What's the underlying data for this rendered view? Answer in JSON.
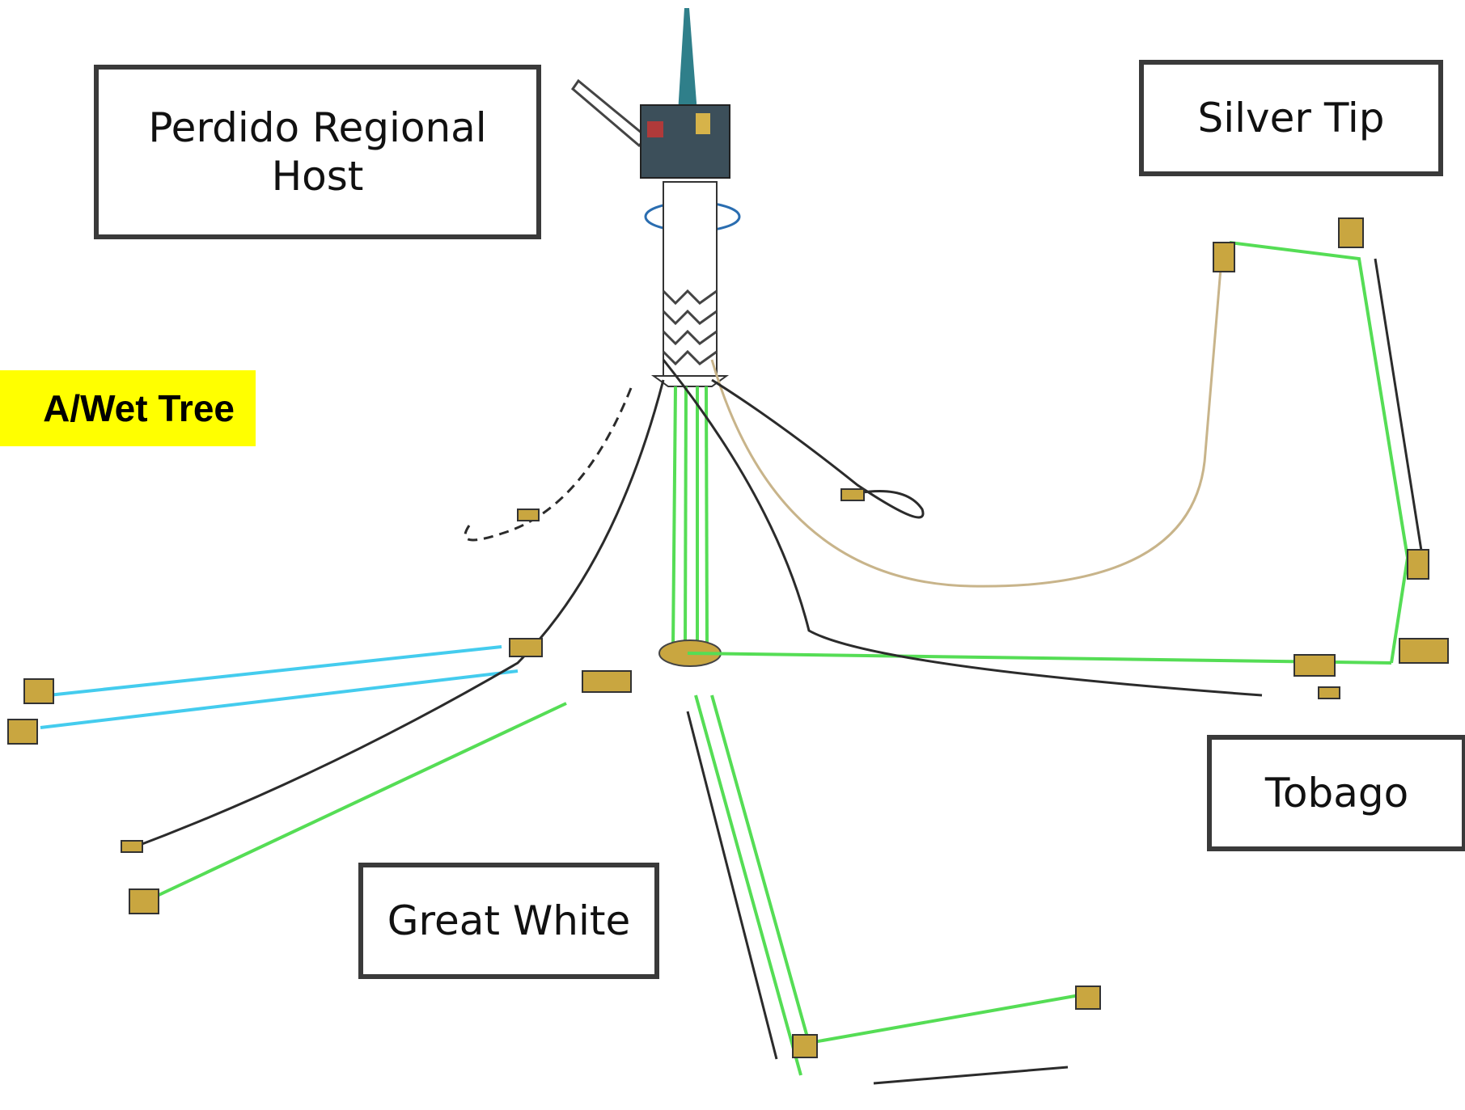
{
  "labels": {
    "perdido": "Perdido Regional\nHost",
    "silver_tip": "Silver Tip",
    "tobago": "Tobago",
    "great_white": "Great White"
  },
  "highlight": {
    "text": "A/Wet Tree",
    "color": "#ffff00"
  },
  "colors": {
    "flowline_green": "#55dd55",
    "flowline_cyan": "#44ccee",
    "umbilical_dark": "#2b2b2b",
    "riser_tan": "#c8b48a",
    "equipment_gold": "#c9a640"
  }
}
